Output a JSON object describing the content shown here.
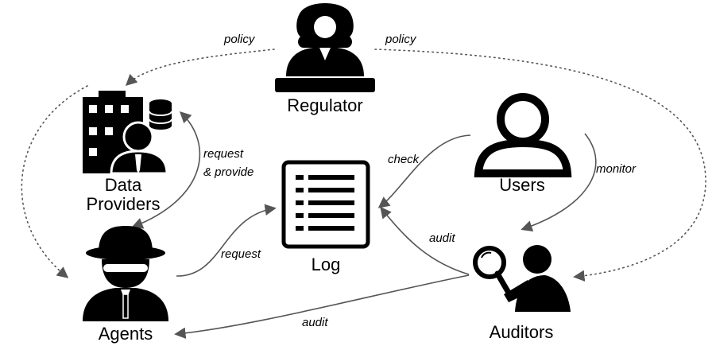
{
  "nodes": {
    "regulator": "Regulator",
    "data_providers_line1": "Data",
    "data_providers_line2": "Providers",
    "log": "Log",
    "users": "Users",
    "agents": "Agents",
    "auditors": "Auditors"
  },
  "edges": {
    "policy_left": "policy",
    "policy_right": "policy",
    "request_provide_line1": "request",
    "request_provide_line2": "& provide",
    "request": "request",
    "check": "check",
    "monitor": "monitor",
    "audit_log": "audit",
    "audit_agents": "audit"
  },
  "colors": {
    "icon": "#000000",
    "arrow": "#555555"
  }
}
